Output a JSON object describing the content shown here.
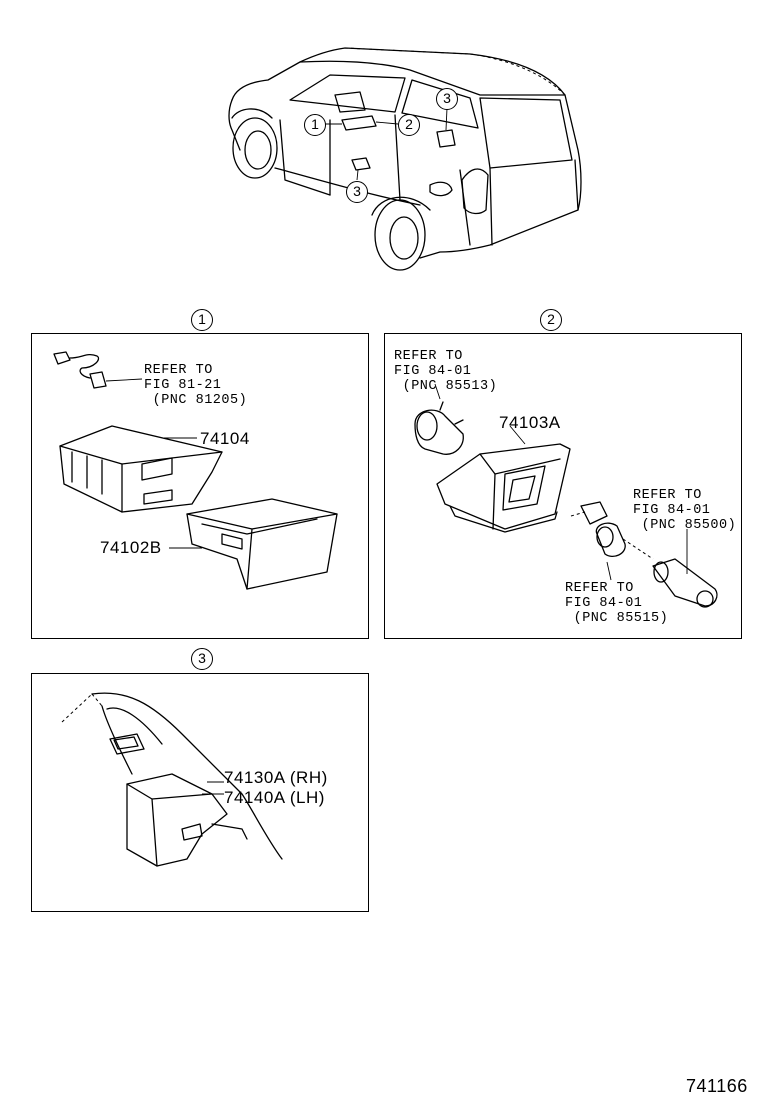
{
  "overview": {
    "callouts": [
      "1",
      "2",
      "3",
      "3"
    ]
  },
  "section_1": {
    "callout": "1",
    "ref_text": "REFER TO\nFIG 81-21\n (PNC 81205)",
    "part_74104": "74104",
    "part_74102b": "74102B"
  },
  "section_2": {
    "callout": "2",
    "ref_85513": "REFER TO\nFIG 84-01\n (PNC 85513)",
    "part_74103a": "74103A",
    "ref_85500": "REFER TO\nFIG 84-01\n (PNC 85500)",
    "ref_85515": "REFER TO\nFIG 84-01\n (PNC 85515)"
  },
  "section_3": {
    "callout": "3",
    "part_rh": "74130A (RH)",
    "part_lh": "74140A (LH)"
  },
  "figure_number": "741166"
}
